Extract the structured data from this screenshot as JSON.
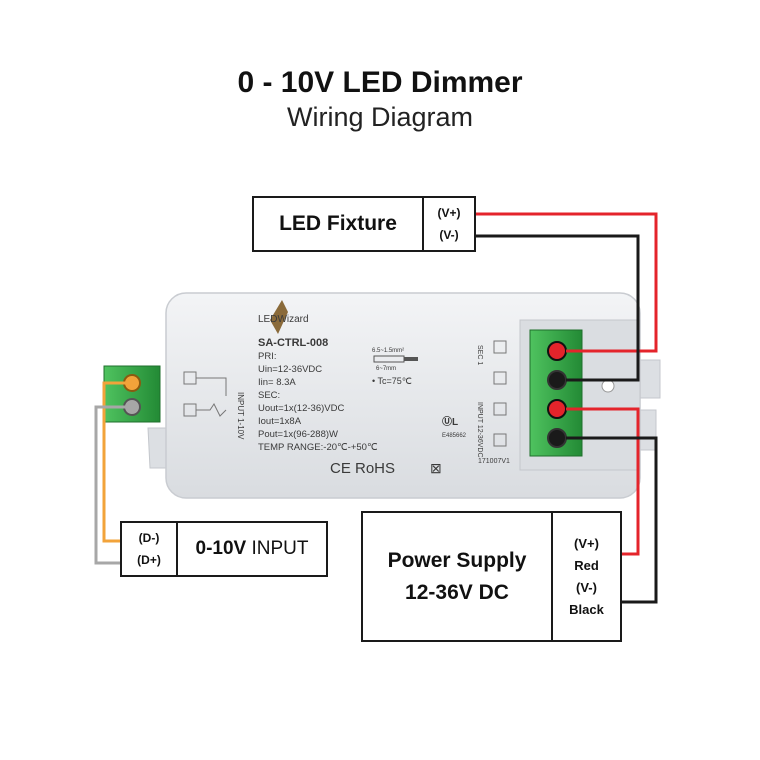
{
  "title": "0 - 10V LED Dimmer",
  "subtitle": "Wiring Diagram",
  "led_fixture": {
    "label": "LED Fixture",
    "terminal_pos": "(V+)",
    "terminal_neg": "(V-)"
  },
  "input_box": {
    "terminal_1": "(D-)",
    "terminal_2": "(D+)",
    "label_bold": "0-10V",
    "label_rest": " INPUT"
  },
  "power_supply": {
    "line1": "Power Supply",
    "line2": "12-36V DC",
    "pos_label": "(V+)",
    "pos_color_name": "Red",
    "neg_label": "(V-)",
    "neg_color_name": "Black"
  },
  "device": {
    "brand": "LEDWizard",
    "model": "SA-CTRL-008",
    "pri_header": "PRI:",
    "uin": "Uin=12-36VDC",
    "iin": "Iin= 8.3A",
    "sec_header": "SEC:",
    "uout": "Uout=1x(12-36)VDC",
    "iout": "Iout=1x8A",
    "pout": "Pout=1x(96-288)W",
    "temp": "TEMP RANGE:-20℃-+50℃",
    "certs": "CE RoHS",
    "tc": "• Tc=75℃",
    "ul_file": "E485662",
    "date_code": "171007V1",
    "input_side_label": "INPUT 1-10V",
    "sec_label": "SEC 1",
    "input_dc_label": "INPUT 12-36VDC",
    "strip_top": "6.5~1.5mm²",
    "strip_bottom": "6~7mm"
  },
  "colors": {
    "wire_red": "#e4242b",
    "wire_black": "#1a1a1a",
    "wire_orange": "#f2a33a",
    "wire_gray": "#a7a7a7",
    "terminal_green": "#2ea043",
    "housing": "#e9ebee"
  }
}
